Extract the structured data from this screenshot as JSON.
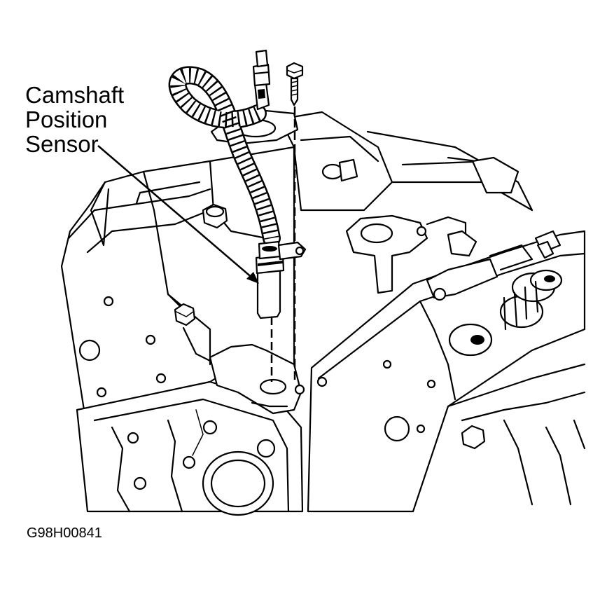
{
  "callout": {
    "line1": "Camshaft",
    "line2": "Position",
    "line3": "Sensor"
  },
  "figure_code": "G98H00841"
}
